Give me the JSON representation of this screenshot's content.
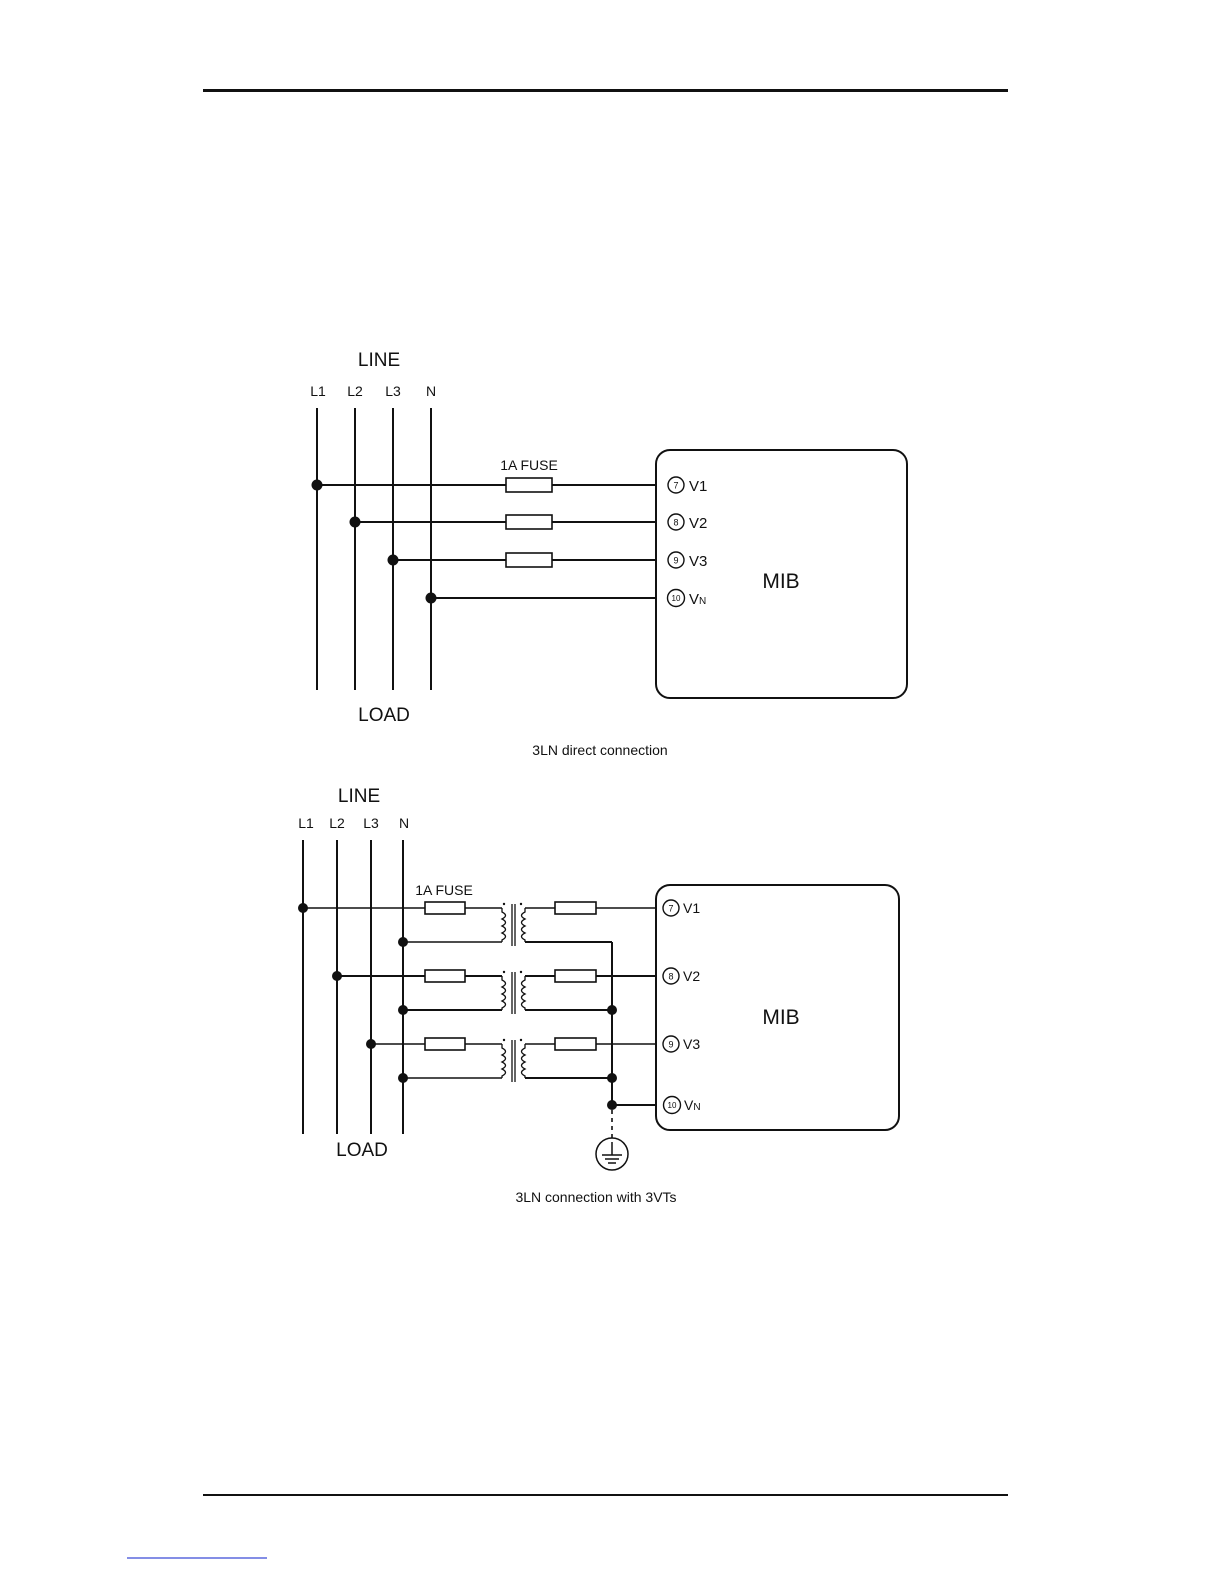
{
  "diagram1": {
    "line_label": "LINE",
    "load_label": "LOAD",
    "phases": [
      "L1",
      "L2",
      "L3",
      "N"
    ],
    "fuse_label": "1A FUSE",
    "device_label": "MIB",
    "terminals": [
      {
        "num": "7",
        "label": "V1"
      },
      {
        "num": "8",
        "label": "V2"
      },
      {
        "num": "9",
        "label": "V3"
      },
      {
        "num": "10",
        "label": "V",
        "sub": "N"
      }
    ],
    "caption": "3LN direct connection"
  },
  "diagram2": {
    "line_label": "LINE",
    "load_label": "LOAD",
    "phases": [
      "L1",
      "L2",
      "L3",
      "N"
    ],
    "fuse_label": "1A FUSE",
    "device_label": "MIB",
    "terminals": [
      {
        "num": "7",
        "label": "V1"
      },
      {
        "num": "8",
        "label": "V2"
      },
      {
        "num": "9",
        "label": "V3"
      },
      {
        "num": "10",
        "label": "V",
        "sub": "N"
      }
    ],
    "caption": "3LN connection with 3VTs"
  }
}
